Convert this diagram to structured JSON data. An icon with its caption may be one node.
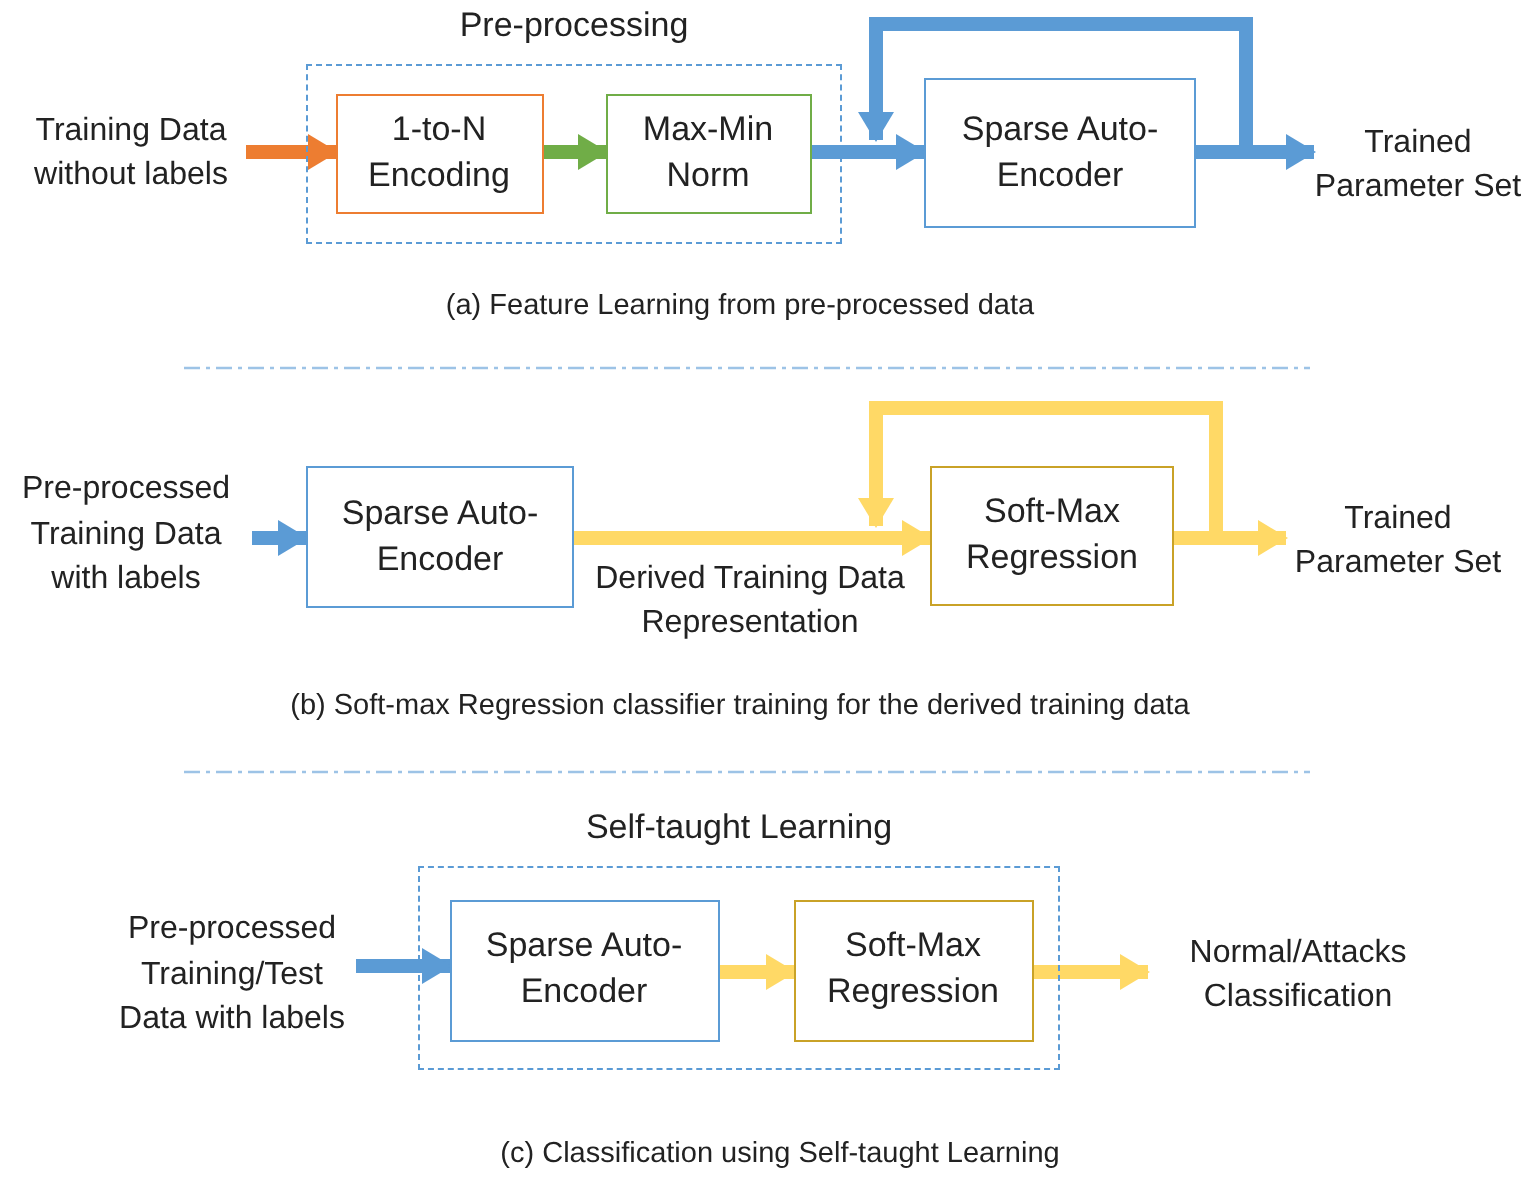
{
  "diagram": {
    "nodes": [
      {
        "text": [
          "Training Data without labels"
        ]
      },
      {
        "text": [
          "Pre-processing"
        ]
      },
      {
        "text": [
          "1-to-N Encoding"
        ],
        "in": 1
      },
      {
        "text": [
          "Max-Min Norm"
        ],
        "in": 1
      },
      {
        "text": [
          "Sparse Auto-Encoder"
        ]
      },
      {
        "text": [
          "Trained Parameter Set"
        ]
      },
      {
        "text": [
          "Pre-processed Training Data with labels"
        ]
      },
      {
        "text": [
          "Sparse Auto-Encoder"
        ]
      },
      {
        "text": [
          "Soft-Max Regression"
        ]
      },
      {
        "text": [
          "Trained Parameter Set"
        ]
      },
      {
        "text": [
          "Self-taught Learning"
        ]
      },
      {
        "text": [
          "Pre-processed Training/Test Data with labels"
        ]
      },
      {
        "text": [
          "Sparse Auto-Encoder"
        ],
        "in": 10
      },
      {
        "text": [
          "Soft-Max Regression"
        ],
        "in": 10
      },
      {
        "text": [
          "Normal/Attacks Classification"
        ]
      }
    ],
    "edges": [
      {
        "from": 0,
        "to": 2,
        "arrow": "to",
        "color": "#ed7d31"
      },
      {
        "from": 2,
        "to": 3,
        "arrow": "to",
        "color": "#70ad47"
      },
      {
        "from": 3,
        "to": 4,
        "arrow": "to",
        "color": "#5b9bd5"
      },
      {
        "from": 4,
        "to": 4,
        "arrow": "to",
        "color": "#5b9bd5"
      },
      {
        "from": 4,
        "to": 5,
        "arrow": "to",
        "color": "#5b9bd5"
      },
      {
        "from": 6,
        "to": 7,
        "arrow": "to",
        "color": "#5b9bd5"
      },
      {
        "from": 7,
        "to": 8,
        "arrow": "to",
        "label": "Derived Training Data Representation",
        "color": "#ffd966"
      },
      {
        "from": 8,
        "to": 8,
        "arrow": "to",
        "color": "#ffd966"
      },
      {
        "from": 8,
        "to": 9,
        "arrow": "to",
        "color": "#ffd966"
      },
      {
        "from": 11,
        "to": 12,
        "arrow": "to",
        "color": "#5b9bd5"
      },
      {
        "from": 12,
        "to": 13,
        "arrow": "to",
        "color": "#ffd966"
      },
      {
        "from": 13,
        "to": 14,
        "arrow": "to",
        "color": "#ffd966"
      }
    ],
    "labels": [
      "(a) Feature Learning from pre-processed data",
      "(b) Soft-max Regression classifier training for the derived training data",
      "(c) Classification using Self-taught Learning"
    ]
  }
}
